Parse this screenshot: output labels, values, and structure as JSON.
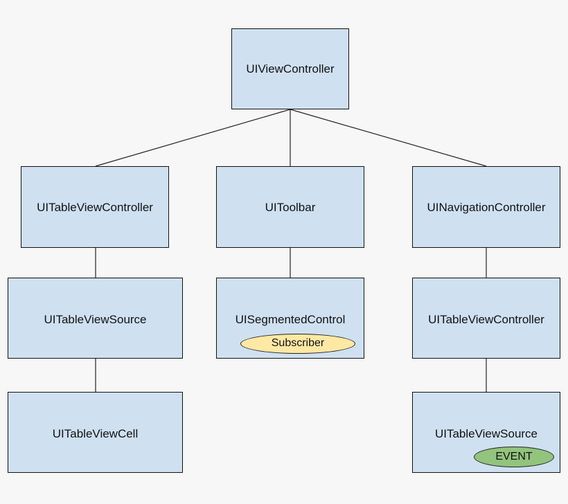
{
  "nodes": {
    "root": "UIViewController",
    "table_view_controller": "UITableViewController",
    "toolbar": "UIToolbar",
    "navigation_controller": "UINavigationController",
    "table_view_source": "UITableViewSource",
    "segmented_control": "UISegmentedControl",
    "nav_table_view_controller": "UITableViewController",
    "table_view_cell": "UITableViewCell",
    "nav_table_view_source": "UITableViewSource"
  },
  "badges": {
    "subscriber": "Subscriber",
    "event": "EVENT"
  },
  "colors": {
    "node_fill": "#cfe0f1",
    "subscriber_fill": "#fde8a4",
    "event_fill": "#93c47d",
    "background": "#f7f7f7"
  }
}
